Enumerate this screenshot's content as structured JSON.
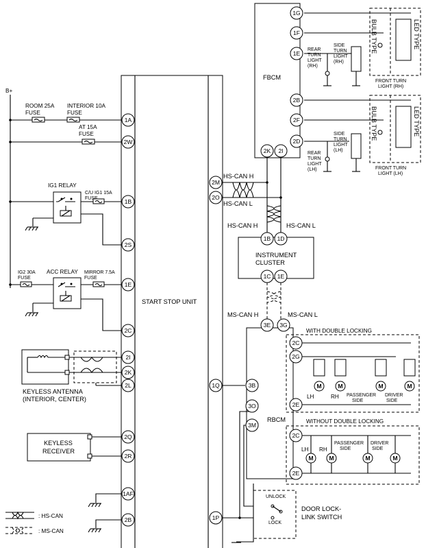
{
  "battery": "B+",
  "fuses": {
    "room": [
      "ROOM 25A",
      "FUSE"
    ],
    "interior": [
      "INTERIOR 10A",
      "FUSE"
    ],
    "at": [
      "AT 15A",
      "FUSE"
    ],
    "cu_ig1": [
      "C/U IG1 15A",
      "FUSE"
    ],
    "ig2": [
      "IG2 30A",
      "FUSE"
    ],
    "mirror": [
      "MIRROR 7.5A",
      "FUSE"
    ]
  },
  "relays": {
    "ig1": "IG1 RELAY",
    "acc": "ACC RELAY"
  },
  "start_stop_unit": {
    "label": "START STOP UNIT",
    "left_pins": [
      "1A",
      "2W",
      "1B",
      "2S",
      "1E",
      "2C",
      "2I",
      "2K",
      "2L",
      "2Q",
      "2R",
      "1AF",
      "2B"
    ],
    "right_pins": [
      "2M",
      "2O",
      "1Q",
      "1P"
    ]
  },
  "keyless_antenna": [
    "KEYLESS ANTENNA",
    "(INTERIOR, CENTER)"
  ],
  "keyless_receiver": [
    "KEYLESS",
    "RECEIVER"
  ],
  "can": {
    "hs_h": "HS-CAN H",
    "hs_l": "HS-CAN L",
    "ms_h": "MS-CAN H",
    "ms_l": "MS-CAN L"
  },
  "instrument_cluster": {
    "label": [
      "INSTRUMENT",
      "CLUSTER"
    ],
    "pins": [
      "1B",
      "1D",
      "1C",
      "1E"
    ]
  },
  "fbcm": {
    "label": "FBCM",
    "pins": [
      "1G",
      "1F",
      "1E",
      "2B",
      "2F",
      "2D",
      "2K",
      "2I"
    ]
  },
  "rear_turn_rh": [
    "REAR",
    "TURN",
    "LIGHT",
    "(RH)"
  ],
  "side_turn_rh": [
    "SIDE",
    "TURN",
    "LIGHT",
    "(RH)"
  ],
  "rear_turn_lh": [
    "REAR",
    "TURN",
    "LIGHT",
    "(LH)"
  ],
  "side_turn_lh": [
    "SIDE",
    "TURN",
    "LIGHT",
    "(LH)"
  ],
  "front_turn_rh": [
    "FRONT TURN",
    "LIGHT (RH)"
  ],
  "front_turn_lh": [
    "FRONT TURN",
    "LIGHT (LH)"
  ],
  "bulb_type": "BULB TYPE",
  "led_type": "LED TYPE",
  "rbcm": {
    "label": "RBCM",
    "pins": [
      "3E",
      "3G",
      "3B",
      "3O",
      "3M"
    ]
  },
  "double_locking": {
    "title": "WITH DOUBLE LOCKING",
    "pins": [
      "2C",
      "2G",
      "2E"
    ],
    "lh": "LH",
    "rh": "RH",
    "passenger": [
      "PASSENGER",
      "SIDE"
    ],
    "driver": [
      "DRIVER",
      "SIDE"
    ],
    "motor": "M"
  },
  "without_double_locking": {
    "title": "WITHOUT DOUBLE LOCKING",
    "pins": [
      "2C",
      "2E"
    ],
    "lh": "LH",
    "rh": "RH",
    "passenger": [
      "PASSENGER",
      "SIDE"
    ],
    "driver": [
      "DRIVER",
      "SIDE"
    ]
  },
  "door_lock_switch": {
    "label": [
      "DOOR LOCK-",
      "LINK SWITCH"
    ],
    "unlock": "UNLOCK",
    "lock": "LOCK"
  },
  "legend": [
    ": HS-CAN",
    ": MS-CAN"
  ]
}
